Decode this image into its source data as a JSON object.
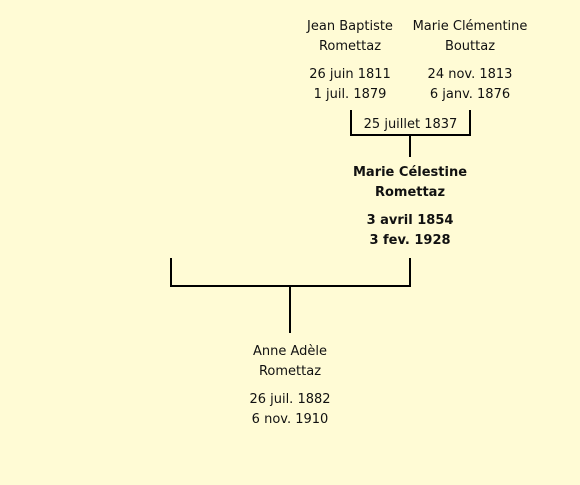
{
  "father": {
    "first_name": "Jean Baptiste",
    "last_name": "Romettaz",
    "birth": "26 juin 1811",
    "death": "1 juil. 1879"
  },
  "mother": {
    "first_name": "Marie Clémentine",
    "last_name": "Bouttaz",
    "birth": "24 nov. 1813",
    "death": "6 janv. 1876"
  },
  "marriage": {
    "date": "25 juillet 1837"
  },
  "subject": {
    "first_name": "Marie Célestine",
    "last_name": "Romettaz",
    "birth": "3 avril 1854",
    "death": "3 fev. 1928"
  },
  "child": {
    "first_name": "Anne Adèle",
    "last_name": "Romettaz",
    "birth": "26 juil. 1882",
    "death": "6 nov. 1910"
  },
  "colors": {
    "background": "#fffbd5",
    "line": "#000000"
  }
}
